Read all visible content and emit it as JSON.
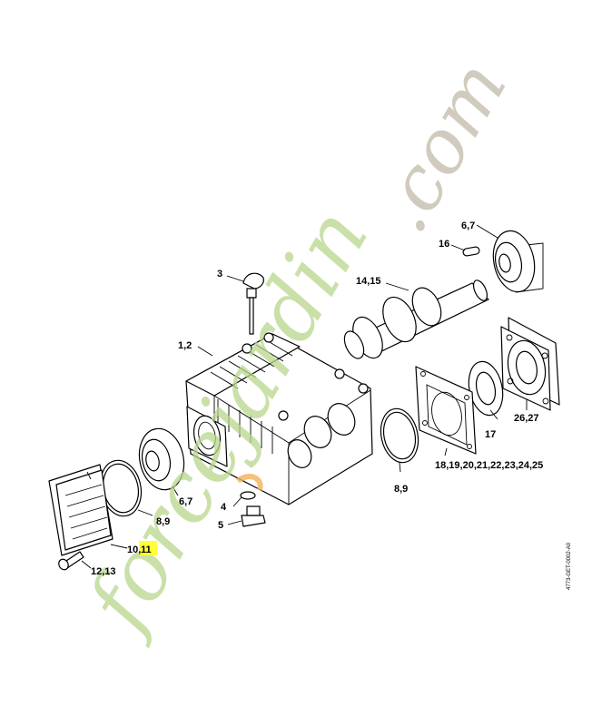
{
  "title": "Exploded parts diagram - high pressure pump",
  "labels": {
    "l_1_2": "1,2",
    "l_3": "3",
    "l_4": "4",
    "l_5": "5",
    "l_6_7_top": "6,7",
    "l_6_7_bottom": "6,7",
    "l_8_9_left": "8,9",
    "l_8_9_right": "8,9",
    "l_10_11_a": "10,",
    "l_10_11_b": "11",
    "l_12_13": "12,13",
    "l_14_15": "14,15",
    "l_16": "16",
    "l_17": "17",
    "l_18_25": "18,19,20,21,22,23,24,25",
    "l_26_27": "26,27"
  },
  "drawing_code": "4773-GET-0002-A0",
  "watermark": {
    "text_green": "forcejardin",
    "text_grey": ".com"
  },
  "colors": {
    "highlight": "#ffff3a",
    "watermark_green": "#b9d68d",
    "watermark_grey": "#c9c3b4",
    "watermark_orange": "#f3b15a"
  }
}
